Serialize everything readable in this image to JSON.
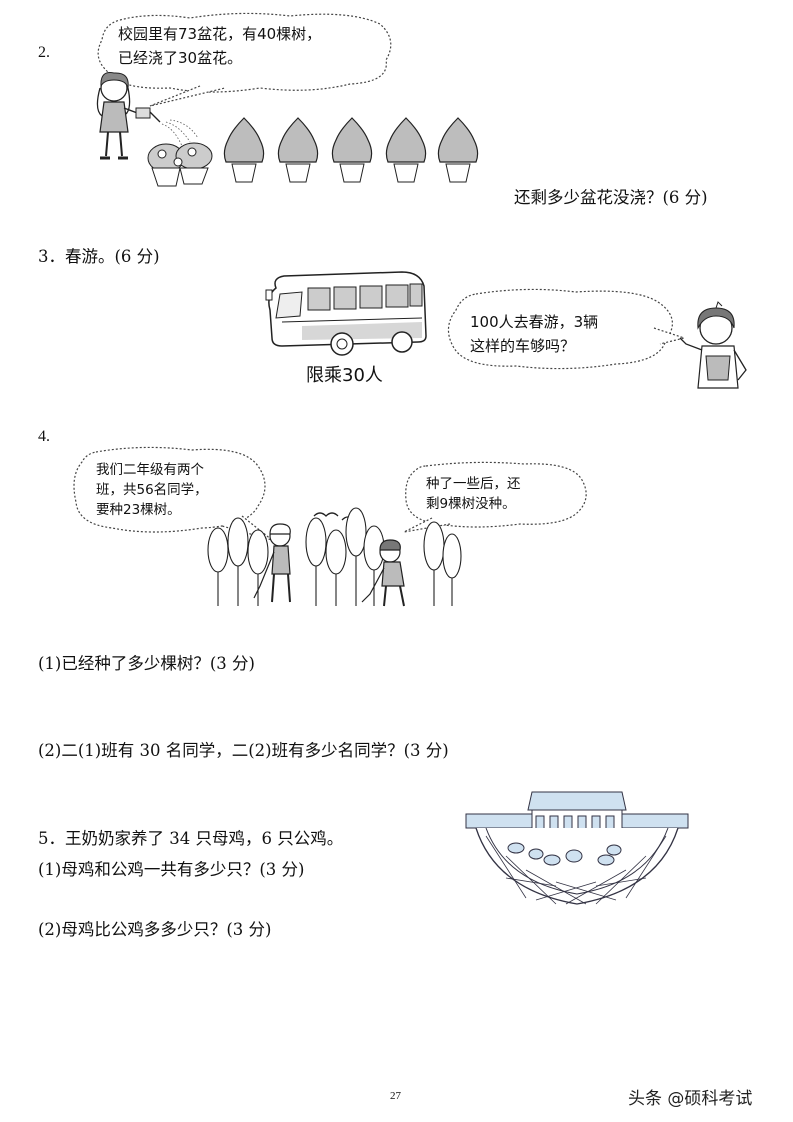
{
  "q2": {
    "number": "2.",
    "bubble_line1": "校园里有73盆花，有40棵树，",
    "bubble_line2": "已经浇了30盆花。",
    "question": "还剩多少盆花没浇？(6 分)"
  },
  "q3": {
    "title": "3．春游。(6 分)",
    "bus_caption": "限乘30人",
    "bubble_line1": "100人去春游，3辆",
    "bubble_line2": "这样的车够吗？"
  },
  "q4": {
    "number": "4.",
    "left_bubble": [
      "我们二年级有两个",
      "班，共56名同学，",
      "要种23棵树。"
    ],
    "right_bubble": [
      "种了一些后，还",
      "剩9棵树没种。"
    ],
    "sub1": "(1)已经种了多少棵树？(3 分)",
    "sub2": "(2)二(1)班有 30 名同学，二(2)班有多少名同学？(3 分)"
  },
  "q5": {
    "title": "5．王奶奶家养了 34 只母鸡，6 只公鸡。",
    "sub1": "(1)母鸡和公鸡一共有多少只？(3 分)",
    "sub2": "(2)母鸡比公鸡多多少只？(3 分)"
  },
  "footer": {
    "page_number": "27",
    "watermark": "头条 @硕科考试"
  },
  "icons": {
    "girl_watering": "girl-watering-flowers-icon",
    "flower_pot": "potted-flower-icon",
    "bus": "bus-icon",
    "girl_pointing": "girl-pointing-icon",
    "trees": "tree-icon",
    "boys_planting": "boy-planting-tree-icon",
    "bird": "bird-icon",
    "coop": "chicken-coop-icon",
    "chicken": "chicken-icon"
  }
}
